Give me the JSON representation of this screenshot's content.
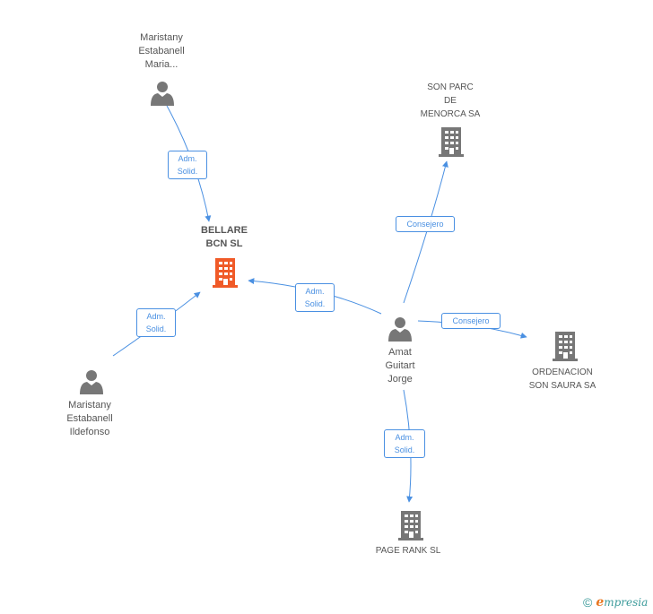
{
  "colors": {
    "edge": "#4a90e2",
    "node": "#777777",
    "main_node": "#f05a28"
  },
  "nodes": {
    "maria": {
      "label": [
        "Maristany",
        "Estabanell",
        "Maria..."
      ],
      "type": "person"
    },
    "bellare": {
      "label": [
        "BELLARE",
        "BCN SL"
      ],
      "type": "company-main"
    },
    "sonparc": {
      "label": [
        "SON PARC",
        "DE",
        "MENORCA SA"
      ],
      "type": "company"
    },
    "amat": {
      "label": [
        "Amat",
        "Guitart",
        "Jorge"
      ],
      "type": "person"
    },
    "ordenacion": {
      "label": [
        "ORDENACION",
        "SON SAURA SA"
      ],
      "type": "company"
    },
    "ildefonso": {
      "label": [
        "Maristany",
        "Estabanell",
        "Ildefonso"
      ],
      "type": "person"
    },
    "pagerank": {
      "label": [
        "PAGE RANK SL"
      ],
      "type": "company"
    }
  },
  "edges": {
    "maria_bellare": [
      "Adm.",
      "Solid."
    ],
    "ildefonso_bellare": [
      "Adm.",
      "Solid."
    ],
    "amat_bellare": [
      "Adm.",
      "Solid."
    ],
    "amat_sonparc": [
      "Consejero"
    ],
    "amat_ordenacion": [
      "Consejero"
    ],
    "amat_pagerank": [
      "Adm.",
      "Solid."
    ]
  },
  "footer": {
    "copyright_symbol": "©",
    "brand_initial": "e",
    "brand_rest": "mpresia"
  }
}
